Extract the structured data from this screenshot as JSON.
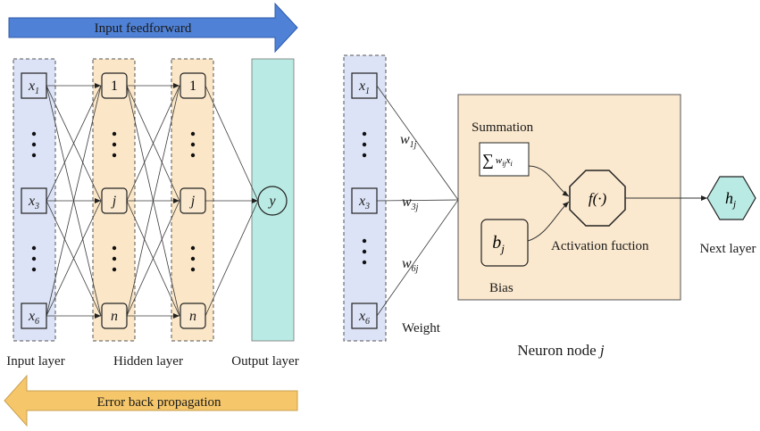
{
  "arrows": {
    "forward": {
      "label": "Input feedforward",
      "color": "#4f81d6"
    },
    "backward": {
      "label": "Error back propagation",
      "color": "#f5c66a"
    }
  },
  "network": {
    "input_nodes": [
      {
        "base": "x",
        "sub": "1"
      },
      {
        "base": "x",
        "sub": "3"
      },
      {
        "base": "x",
        "sub": "6"
      }
    ],
    "hidden_nodes": [
      "1",
      "j",
      "n"
    ],
    "output_node": "y",
    "layer_labels": {
      "input": "Input layer",
      "hidden": "Hidden layer",
      "output": "Output layer"
    },
    "colors": {
      "input_band": "#dce3f6",
      "hidden_band": "#fbe7c8",
      "output_band": "#b9eae3",
      "node_fill": "#dce3f6"
    }
  },
  "neuron": {
    "inputs": [
      {
        "base": "x",
        "sub": "1"
      },
      {
        "base": "x",
        "sub": "3"
      },
      {
        "base": "x",
        "sub": "6"
      }
    ],
    "weights": [
      {
        "base": "w",
        "sub": "1j"
      },
      {
        "base": "w",
        "sub": "3j"
      },
      {
        "base": "w",
        "sub": "6j"
      }
    ],
    "weight_label": "Weight",
    "summation_label": "Summation",
    "summation_formula": {
      "sigma": "∑",
      "w": "w",
      "wsub": "ij",
      "x": "x",
      "xsub": "i"
    },
    "bias_symbol": {
      "base": "b",
      "sub": "j"
    },
    "bias_label": "Bias",
    "activation_symbol": "f(·)",
    "activation_label": "Activation fuction",
    "output_symbol": {
      "base": "h",
      "sub": "j"
    },
    "next_layer_label": "Next layer",
    "title": {
      "text": "Neuron node ",
      "italic": "j"
    },
    "colors": {
      "box_fill": "#fbe9cf",
      "output_fill": "#b9eae3"
    }
  }
}
